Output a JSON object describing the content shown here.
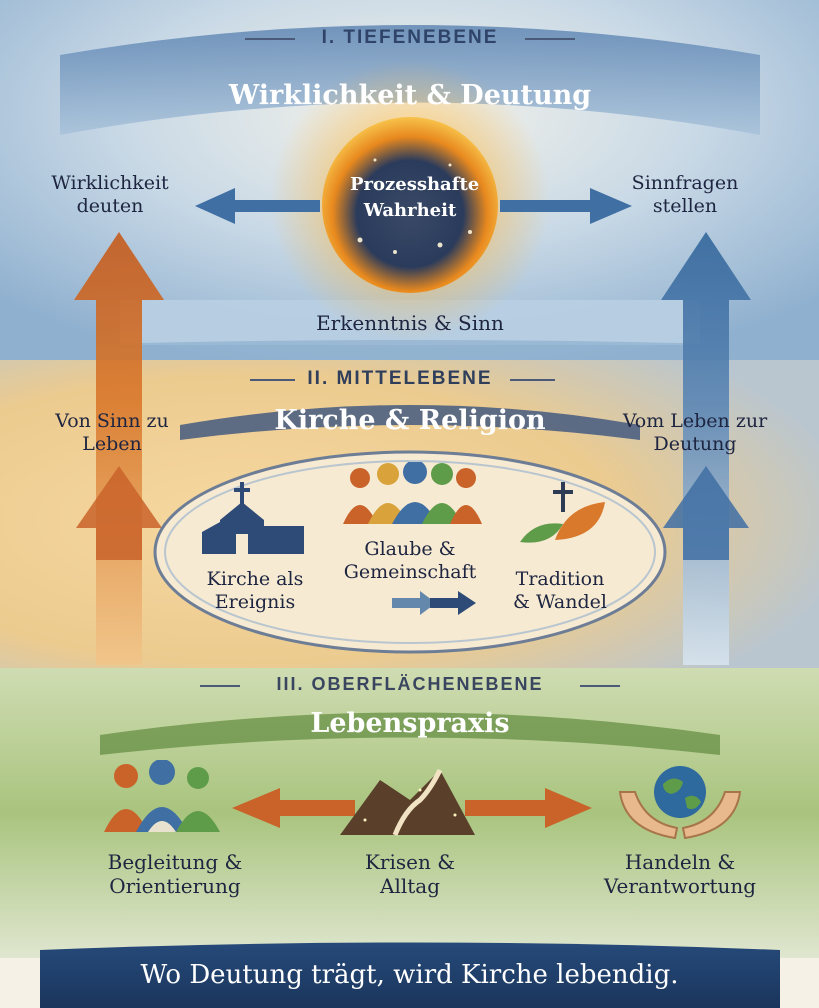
{
  "levels": {
    "deep": {
      "label": "I. TIEFENEBENE",
      "heading": "Wirklichkeit & Deutung",
      "center": "Prozesshafte Wahrheit",
      "left": "Wirklichkeit deuten",
      "right": "Sinnfragen stellen",
      "band": "Erkenntnis & Sinn"
    },
    "middle": {
      "label": "II. MITTELEBENE",
      "heading": "Kirche & Religion",
      "items": [
        "Kirche als Ereignis",
        "Glaube & Gemeinschaft",
        "Tradition & Wandel"
      ]
    },
    "surface": {
      "label": "III. OBERFLÄCHENEBENE",
      "heading": "Lebenspraxis",
      "items": [
        "Begleitung & Orientierung",
        "Krisen & Alltag",
        "Handeln & Verantwortung"
      ]
    }
  },
  "side_arrows": {
    "left": "Von Sinn zu Leben",
    "right": "Vom Leben zur Deutung"
  },
  "footer": "Wo Deutung trägt, wird Kirche lebendig.",
  "colors": {
    "navy": "#1f2a44",
    "blue": "#3f6fa3",
    "orange": "#d9792c",
    "green": "#5f9c4a"
  }
}
